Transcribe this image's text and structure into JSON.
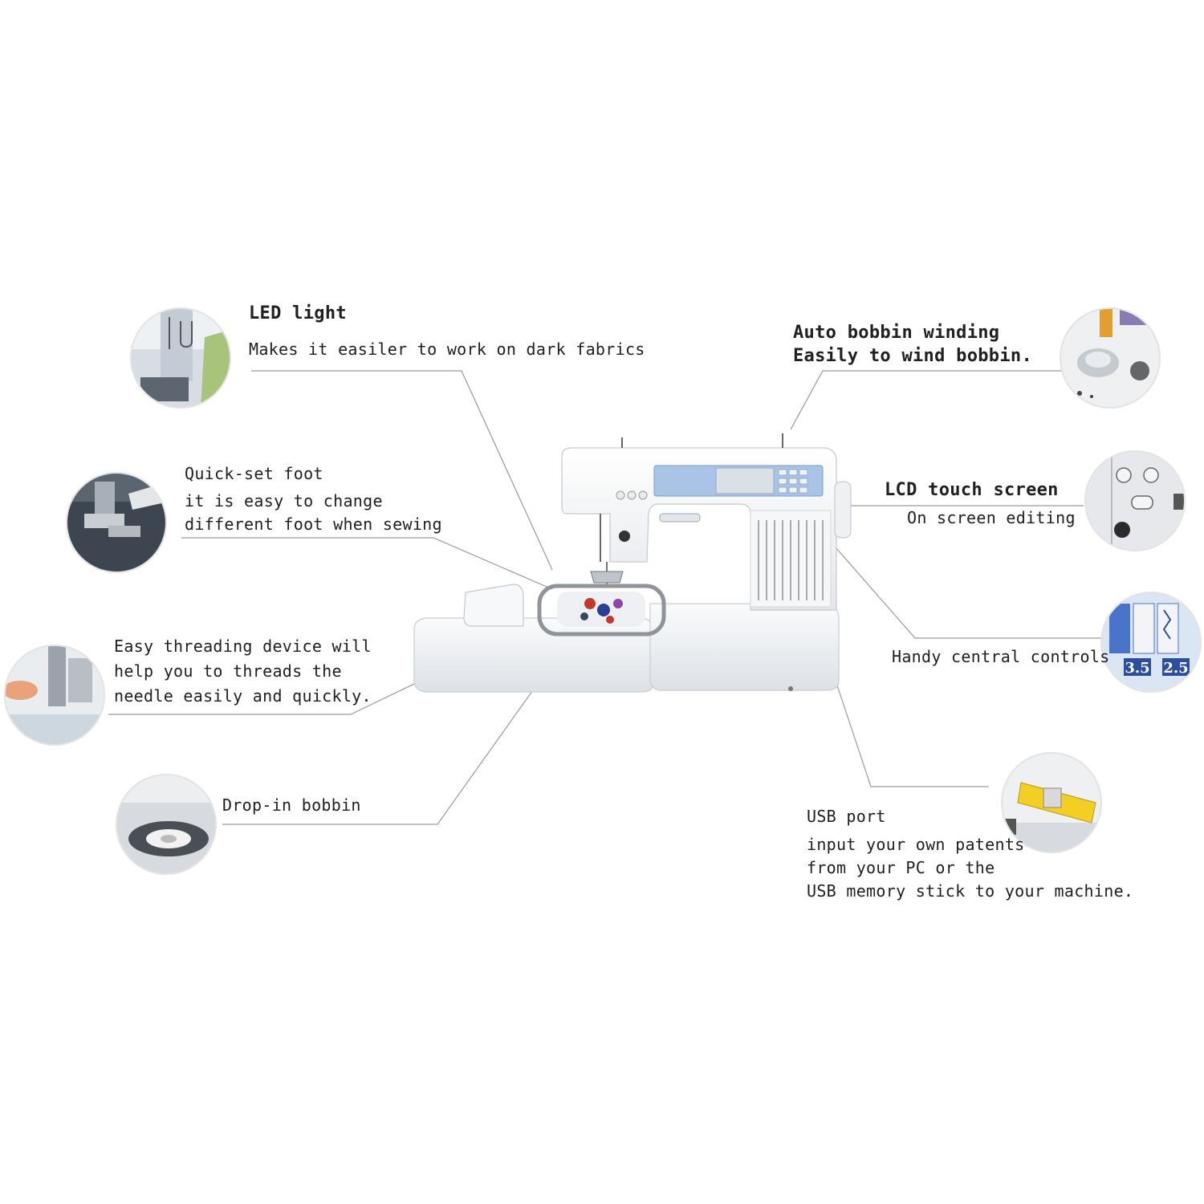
{
  "features": {
    "led": {
      "title": "LED light",
      "lines": [
        "Makes it easiler to work on dark fabrics"
      ]
    },
    "foot": {
      "title": "Quick-set foot",
      "lines": [
        "it is easy to change",
        "different foot when sewing"
      ]
    },
    "threader": {
      "title": "",
      "lines": [
        "Easy threading device will",
        "help you to threads the",
        "needle easily and quickly."
      ]
    },
    "drop": {
      "title": "Drop-in bobbin",
      "lines": []
    },
    "winding": {
      "title": "Auto bobbin winding",
      "lines": [
        "Easily to wind bobbin."
      ]
    },
    "lcd": {
      "title": "LCD touch screen",
      "lines": [
        "On screen editing"
      ]
    },
    "controls": {
      "title": "Handy central controls",
      "lines": []
    },
    "usb": {
      "title": "USB port",
      "lines": [
        "input your own patents",
        "from your PC or the",
        "USB memory stick to your machine."
      ]
    }
  },
  "inset_screen": {
    "width_value": "3.5",
    "length_value": "2.5"
  },
  "colors": {
    "leader_line": "#9a9a9a",
    "machine_body": "#f3f4f6",
    "lcd_panel": "#a9c4e6",
    "usb_stick": "#f2cf22"
  }
}
